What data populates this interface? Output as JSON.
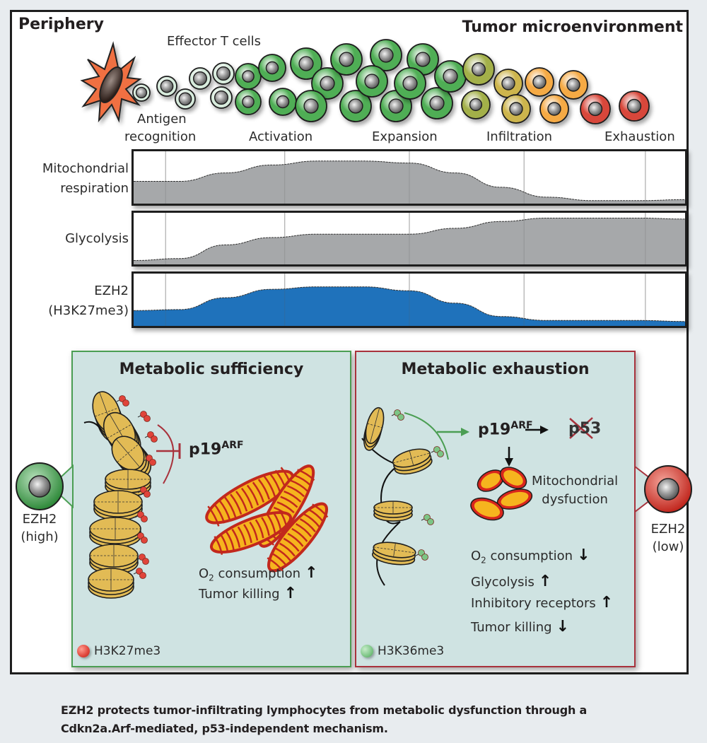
{
  "header": {
    "left_title": "Periphery",
    "right_title": "Tumor microenvironment",
    "cells_label": "Effector T cells"
  },
  "stages": [
    {
      "label_line1": "Antigen",
      "label_line2": "recognition"
    },
    {
      "label_line1": "",
      "label_line2": "Activation"
    },
    {
      "label_line1": "",
      "label_line2": "Expansion"
    },
    {
      "label_line1": "",
      "label_line2": "Infiltration"
    },
    {
      "label_line1": "",
      "label_line2": "Exhaustion"
    }
  ],
  "cell_colors": {
    "naive": "#d7ebdc",
    "green": "#4fae55",
    "olive": "#a3b04a",
    "yellow_olive": "#cdb54d",
    "orange": "#f5aa45",
    "red": "#d8473a",
    "dendritic": "#f07043"
  },
  "profiles": [
    {
      "label_line1": "Mitochondrial",
      "label_line2": "respiration",
      "fill": "#a6a8aa",
      "relative_level": [
        0.45,
        0.45,
        0.62,
        0.78,
        0.86,
        0.86,
        0.82,
        0.62,
        0.33,
        0.13,
        0.06,
        0.06,
        0.08
      ]
    },
    {
      "label_line1": "Glycolysis",
      "label_line2": "",
      "fill": "#a6a8aa",
      "relative_level": [
        0.08,
        0.12,
        0.4,
        0.55,
        0.62,
        0.62,
        0.62,
        0.74,
        0.88,
        0.95,
        0.95,
        0.95,
        0.93
      ]
    },
    {
      "label_line1": "EZH2",
      "label_line2": "(H3K27me3)",
      "fill": "#1f72bb",
      "relative_level": [
        0.31,
        0.33,
        0.57,
        0.74,
        0.79,
        0.79,
        0.71,
        0.46,
        0.19,
        0.11,
        0.11,
        0.11,
        0.09
      ]
    }
  ],
  "sufficiency": {
    "title": "Metabolic sufficiency",
    "border_color": "#4b9e53",
    "gene": "p19",
    "gene_sup": "ARF",
    "effect_o2_pre": "O",
    "effect_o2_sub": "2",
    "effect_o2_post": " consumption",
    "effect_o2_dir": "↑",
    "effect_kill": "Tumor killing",
    "effect_kill_dir": "↑",
    "legend_label": "H3K27me3",
    "legend_color": "#e0443a",
    "cell_label_line1": "EZH2",
    "cell_label_line2": "(high)"
  },
  "exhaustion": {
    "title": "Metabolic exhaustion",
    "border_color": "#a8323c",
    "gene": "p19",
    "gene_sup": "ARF",
    "target": "p53",
    "mito_label_line1": "Mitochondrial",
    "mito_label_line2": "dysfuction",
    "effects": [
      {
        "pre": "O",
        "sub": "2",
        "post": " consumption",
        "dir": "↓"
      },
      {
        "pre": "Glycolysis",
        "sub": "",
        "post": "",
        "dir": "↑"
      },
      {
        "pre": "Inhibitory receptors",
        "sub": "",
        "post": "",
        "dir": "↑"
      },
      {
        "pre": "Tumor killing",
        "sub": "",
        "post": "",
        "dir": "↓"
      }
    ],
    "legend_label": "H3K36me3",
    "legend_color": "#7cc585",
    "cell_label_line1": "EZH2",
    "cell_label_line2": "(low)"
  },
  "caption": {
    "line1": "EZH2 protects tumor-infiltrating lymphocytes from metabolic dysfunction through a",
    "line2": "Cdkn2a.Arf-mediated, p53-independent mechanism."
  }
}
